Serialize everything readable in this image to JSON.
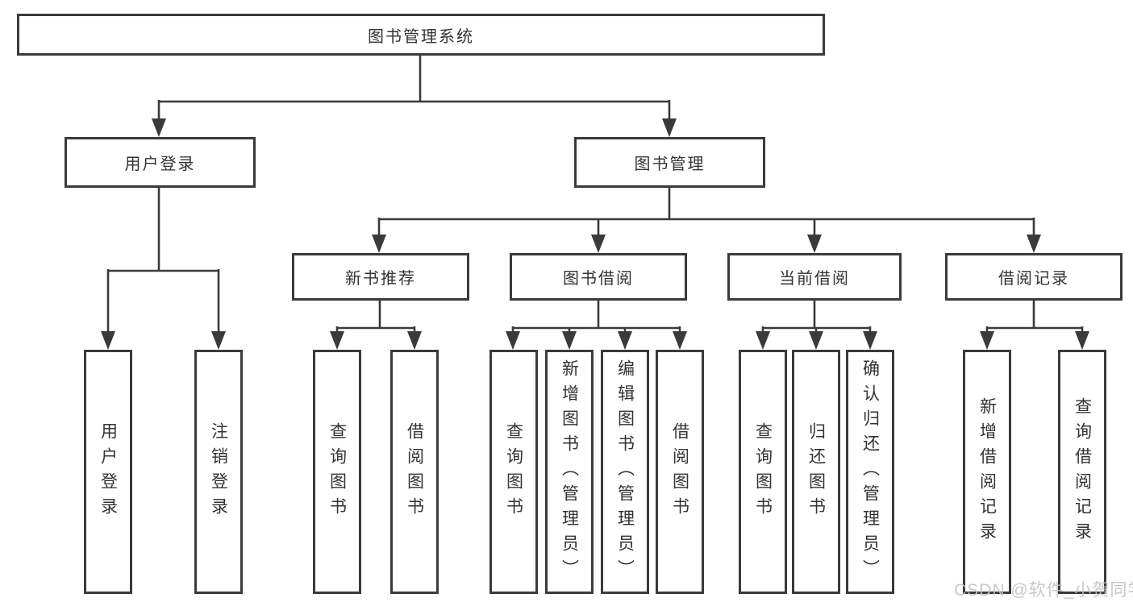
{
  "diagram": {
    "title": "图书管理系统",
    "level2": {
      "user_login": "用户登录",
      "book_mgmt": "图书管理"
    },
    "level3": {
      "new_books": "新书推荐",
      "book_borrow": "图书借阅",
      "current_borrow": "当前借阅",
      "borrow_records": "借阅记录"
    },
    "leaves": {
      "user_login": [
        "用户登录",
        "注销登录"
      ],
      "new_books": [
        "查询图书",
        "借阅图书"
      ],
      "book_borrow": [
        "查询图书",
        "新增图书（管理员）",
        "编辑图书（管理员）",
        "借阅图书"
      ],
      "current_borrow": [
        "查询图书",
        "归还图书",
        "确认归还（管理员）"
      ],
      "borrow_records": [
        "新增借阅记录",
        "查询借阅记录"
      ]
    },
    "colors": {
      "line": "#3a3a3a",
      "text": "#333333",
      "background": "#ffffff"
    }
  },
  "watermark": {
    "text": "CSDN @软件_小贺同学",
    "color": "#c2c1c8"
  }
}
